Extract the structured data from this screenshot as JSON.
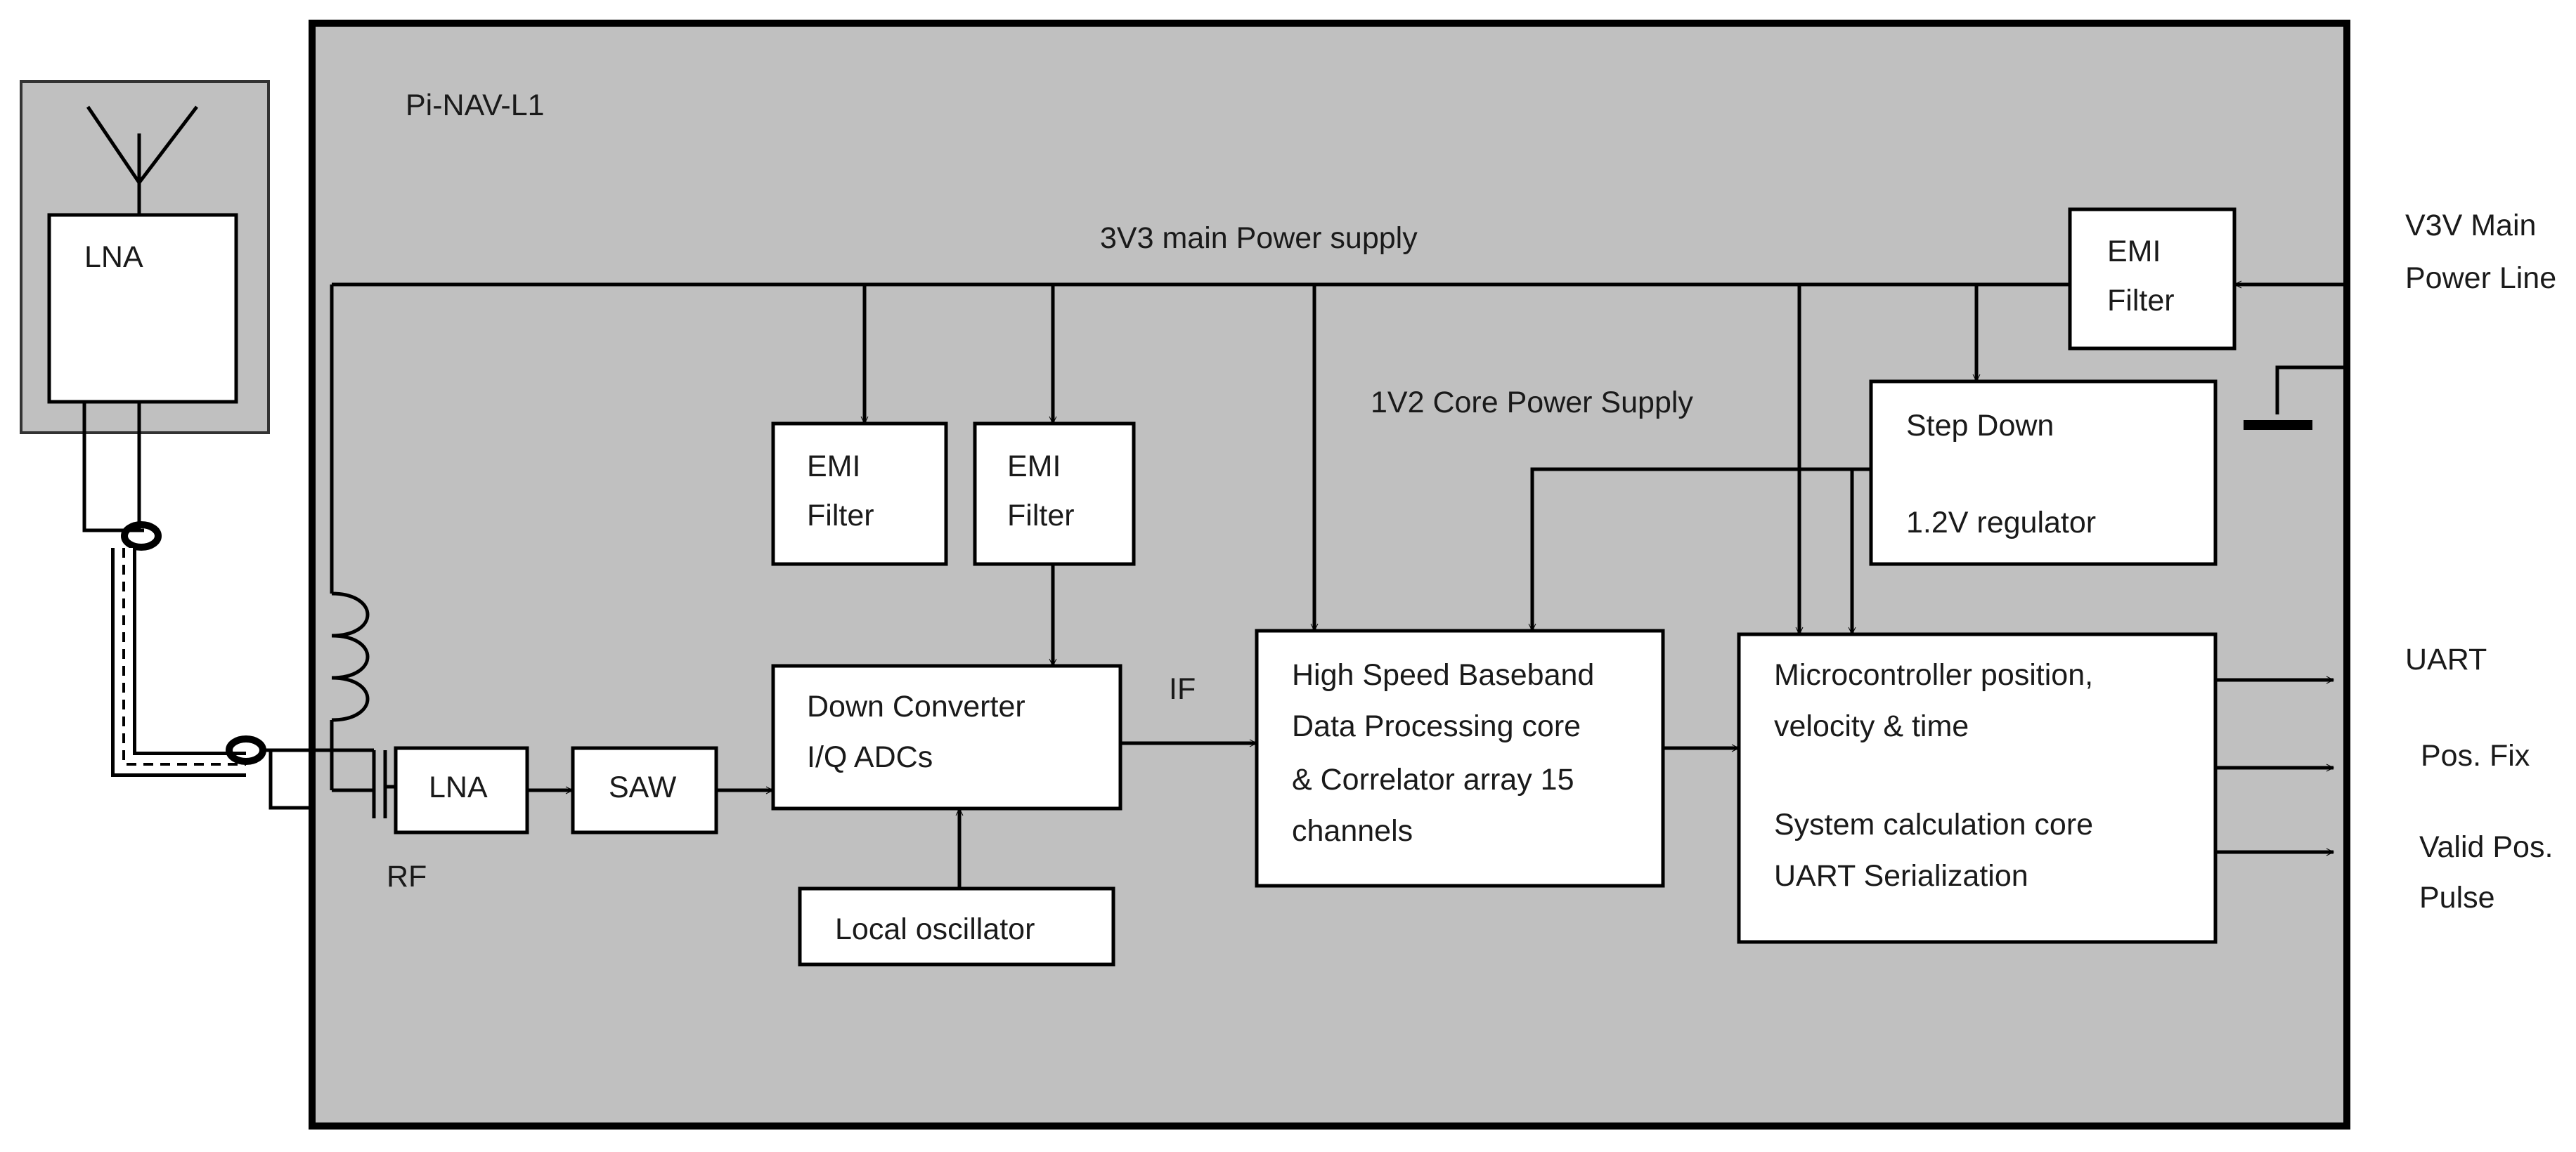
{
  "module": {
    "name": "Pi-NAV-L1",
    "background": "#c0c0c0"
  },
  "antenna": {
    "lna_label": "LNA",
    "background": "#c0c0c0"
  },
  "rails": {
    "main": "3V3 main Power supply",
    "core": "1V2 Core Power Supply"
  },
  "blocks": {
    "emi_filter_1": {
      "line1": "EMI",
      "line2": "Filter"
    },
    "emi_filter_2": {
      "line1": "EMI",
      "line2": "Filter"
    },
    "emi_filter_input": {
      "line1": "EMI",
      "line2": "Filter"
    },
    "step_down": {
      "line1": "Step Down",
      "line2": "1.2V regulator"
    },
    "lna": {
      "label": "LNA"
    },
    "saw": {
      "label": "SAW"
    },
    "down_converter": {
      "line1": "Down Converter",
      "line2": "I/Q ADCs"
    },
    "local_oscillator": {
      "label": "Local oscillator"
    },
    "baseband": {
      "line1": "High Speed Baseband",
      "line2": "Data Processing core",
      "line3": "& Correlator array 15",
      "line4": "channels"
    },
    "microcontroller": {
      "line1": "Microcontroller position,",
      "line2": "velocity & time",
      "line3": "System calculation core",
      "line4": "UART Serialization"
    }
  },
  "signals": {
    "rf": "RF",
    "if": "IF"
  },
  "power_input": {
    "line1": "V3V Main",
    "line2": "Power Line"
  },
  "outputs": {
    "uart": "UART",
    "pos_fix": "Pos. Fix",
    "valid_line1": "Valid Pos.",
    "valid_line2": "Pulse"
  }
}
